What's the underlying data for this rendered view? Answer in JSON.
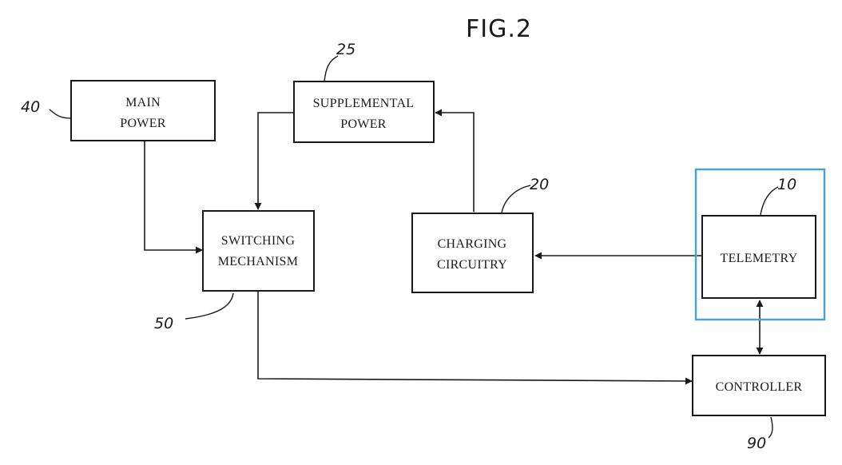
{
  "figure_title": "FIG.2",
  "blocks": {
    "main_power": {
      "line1": "MAIN",
      "line2": "POWER",
      "ref": "40"
    },
    "supplemental_power": {
      "line1": "SUPPLEMENTAL",
      "line2": "POWER",
      "ref": "25"
    },
    "switching_mechanism": {
      "line1": "SWITCHING",
      "line2": "MECHANISM",
      "ref": "50"
    },
    "charging_circuitry": {
      "line1": "CHARGING",
      "line2": "CIRCUITRY",
      "ref": "20"
    },
    "telemetry": {
      "line1": "TELEMETRY",
      "ref": "10"
    },
    "controller": {
      "line1": "CONTROLLER",
      "ref": "90"
    }
  },
  "highlight_color": "#4aa3d6"
}
